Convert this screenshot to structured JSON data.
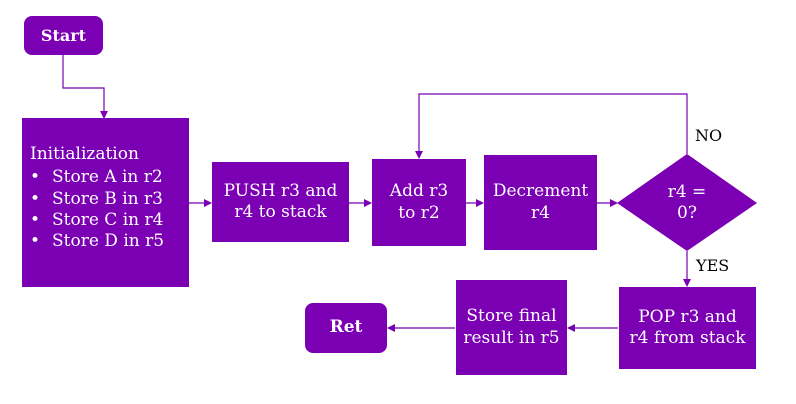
{
  "diagram": {
    "start": "Start",
    "init_title": "Initialization",
    "init_items": [
      "Store A in r2",
      "Store B in r3",
      "Store C in r4",
      "Store D in r5"
    ],
    "push": [
      "PUSH r3 and",
      "r4 to stack"
    ],
    "add": [
      "Add r3",
      "to r2"
    ],
    "decrement": [
      "Decrement",
      "r4"
    ],
    "decision": [
      "r4 =",
      "0?"
    ],
    "no_label": "NO",
    "yes_label": "YES",
    "pop": [
      "POP r3 and",
      "r4 from stack"
    ],
    "store_final": [
      "Store final",
      "result in r5"
    ],
    "ret": "Ret"
  },
  "colors": {
    "node_fill": "#7b00b4",
    "connector": "#7b00b4"
  }
}
